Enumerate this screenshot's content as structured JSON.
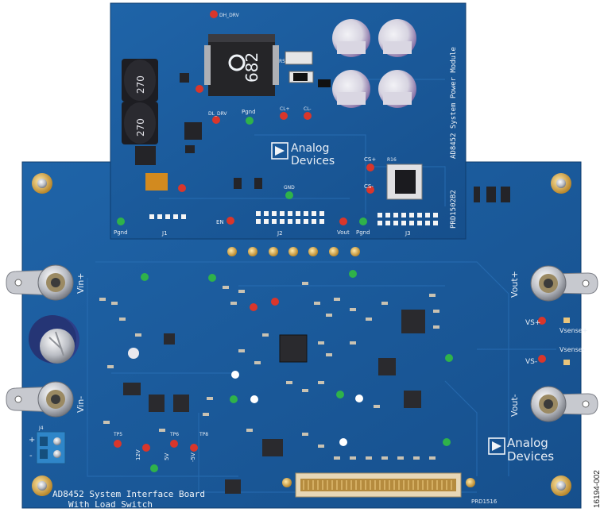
{
  "image": {
    "description_free": true,
    "figure_id": "16194-002",
    "main_board": {
      "title_line1": "AD8452 System Interface Board",
      "title_line2": "With Load Switch",
      "part_number": "PRD1516",
      "brand_line1": "Analog",
      "brand_line2": "Devices",
      "labels": {
        "vin_plus": "Vin+",
        "vin_minus": "Vin-",
        "vout_plus": "Vout+",
        "vout_minus": "Vout-",
        "vs_plus": "VS+",
        "vs_minus": "VS-",
        "vsense_plus": "Vsense+",
        "vsense_minus": "Vsense-",
        "tp5": "TP5",
        "tp6": "TP6",
        "tp8": "TP8",
        "v12": "12V",
        "v5": "5V",
        "v5neg": "-5V",
        "plus": "+",
        "minus": "-",
        "j4": "J4"
      }
    },
    "module": {
      "title": "AD8452 System Power Module",
      "part_number": "PRD1502B2",
      "brand_line1": "Analog",
      "brand_line2": "Devices",
      "inductor_value": "682",
      "cap_values": [
        "270",
        "270"
      ],
      "labels": {
        "dh_drv": "DH_DRV",
        "dl_drv": "DL_DRV",
        "pgnd_left": "Pgnd",
        "pgnd_center": "Pgnd",
        "pgnd_right": "Pgnd",
        "cl_plus": "CL+",
        "cl_minus": "CL-",
        "cs_plus": "CS+",
        "cs_minus": "CS-",
        "gnd": "GND",
        "en": "EN",
        "vout": "Vout",
        "j1": "J1",
        "j2": "J2",
        "j3": "J3",
        "rs": "RS",
        "r16": "R16"
      }
    },
    "colors": {
      "pcb": "#1b5a9a",
      "pcb_dark": "#134a83",
      "silkscreen": "#e8eef5",
      "testpoint_red": "#d9362b",
      "testpoint_green": "#2fb24a",
      "connector_blue": "#2f86c9"
    }
  }
}
